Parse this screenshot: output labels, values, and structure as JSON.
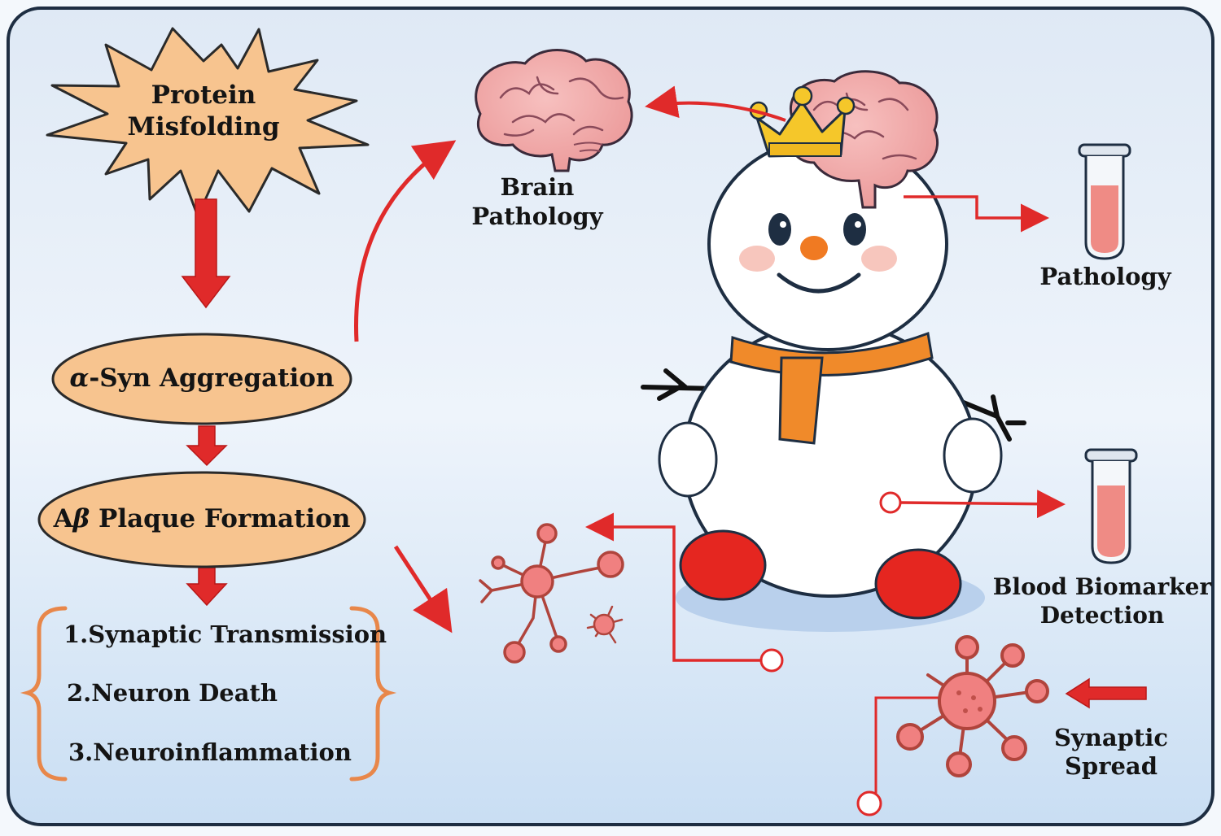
{
  "nodes": {
    "protein_misfolding": {
      "line1": "Protein",
      "line2": "Misfolding"
    },
    "syn_aggregation": {
      "greek": "α",
      "text": "-Syn Aggregation"
    },
    "plaque_formation": {
      "prefix": "A",
      "greek": "β",
      "text": " Plaque Formation"
    },
    "effects": [
      "1.Synaptic Transmission",
      "2.Neuron Death",
      "3.Neuroinflammation"
    ],
    "brain_pathology": {
      "line1": "Brain",
      "line2": "Pathology"
    },
    "pathology": "Pathology",
    "blood_biomarker": {
      "line1": "Blood Biomarker",
      "line2": "Detection"
    },
    "synaptic_spread": {
      "line1": "Synaptic",
      "line2": "Spread"
    }
  },
  "colors": {
    "arrow": "#e02a2a",
    "node_fill": "#f7c48f",
    "node_stroke": "#2a2a2a",
    "brace": "#e8874a",
    "brain": "#f2a7a7",
    "neuron": "#f08080",
    "snow_scarf": "#f08a2a",
    "snow_feet": "#e52620"
  }
}
